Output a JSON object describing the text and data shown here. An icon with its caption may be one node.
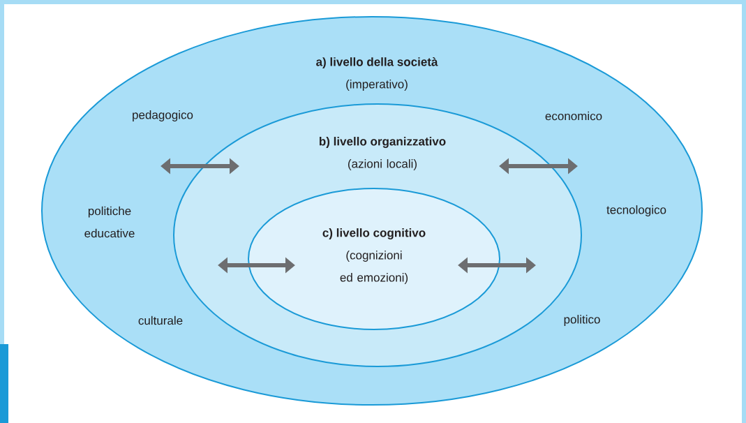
{
  "diagram": {
    "nodes": [
      {
        "text": [
          "a) livello della società",
          "(imperativo)"
        ]
      },
      {
        "text": [
          "b) livello organizzativo",
          "(azioni locali)"
        ],
        "in": 0
      },
      {
        "text": [
          "c) livello cognitivo",
          "(cognizioni ed emozioni)"
        ],
        "in": 1
      }
    ],
    "labels": [
      "pedagogico",
      "economico",
      "politiche educative",
      "tecnologico",
      "culturale",
      "politico"
    ]
  }
}
